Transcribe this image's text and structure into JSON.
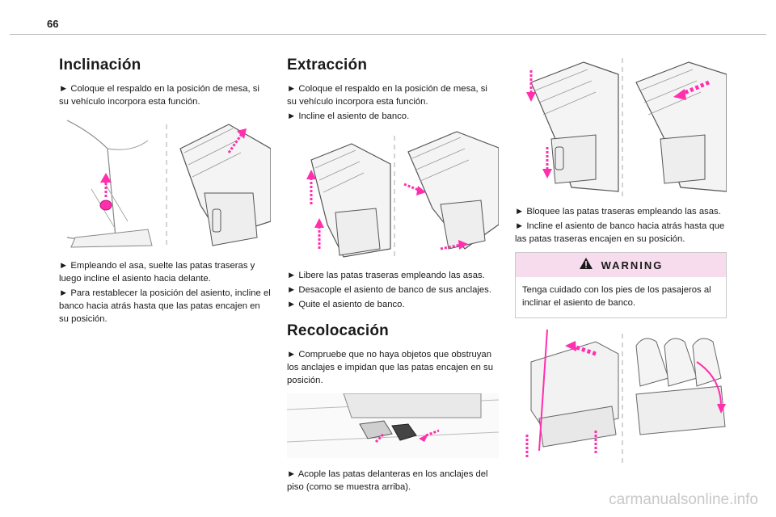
{
  "page": {
    "number": "66"
  },
  "col1": {
    "title": "Inclinación",
    "steps": [
      "► Coloque el respaldo en la posición de mesa, si su vehículo incorpora esta función.",
      "► Empleando el asa, suelte las patas traseras y luego incline el asiento hacia delante.",
      "► Para restablecer la posición del asiento, incline el banco hacia atrás hasta que las patas encajen en su posición."
    ]
  },
  "col2": {
    "title": "Extracción",
    "steps": [
      "► Coloque el respaldo en la posición de mesa, si su vehículo incorpora esta función.",
      "► Incline el asiento de banco.",
      "► Libere las patas traseras empleando las asas.",
      "► Desacople el asiento de banco de sus anclajes.",
      "► Quite el asiento de banco."
    ],
    "title2": "Recolocación",
    "steps2": [
      "► Compruebe que no haya objetos que obstruyan los anclajes e impidan que las patas encajen en su posición.",
      "► Acople las patas delanteras en los anclajes del piso (como se muestra arriba)."
    ]
  },
  "col3": {
    "steps": [
      "► Bloquee las patas traseras empleando las asas.",
      "► Incline el asiento de banco hacia atrás hasta que las patas traseras encajen en su posición."
    ],
    "warning_title": "WARNING",
    "warning_text": "Tenga cuidado con los pies de los pasajeros al inclinar el asiento de banco."
  },
  "colors": {
    "accent": "#ff2fae",
    "warning_bg": "#f7dced"
  },
  "watermark": "carmanualsonline.info"
}
